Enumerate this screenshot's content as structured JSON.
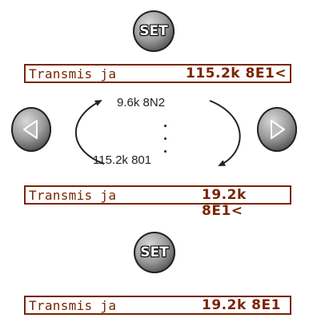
{
  "set_button": {
    "label": "SET"
  },
  "display_top": {
    "label": "Transmis ja",
    "value": "115.2k 8E1",
    "cursor": "<"
  },
  "display_middle": {
    "label": "Transmis ja",
    "value": "19.2k 8E1",
    "cursor": "<"
  },
  "display_bottom": {
    "label": "Transmis ja",
    "value": "19.2k 8E1"
  },
  "options": {
    "first": "9.6k 8N2",
    "last": "115.2k 801"
  },
  "colors": {
    "lcd": "#7a2400",
    "button_dark": "#2a2a2a",
    "button_light": "#d9d9d9"
  }
}
